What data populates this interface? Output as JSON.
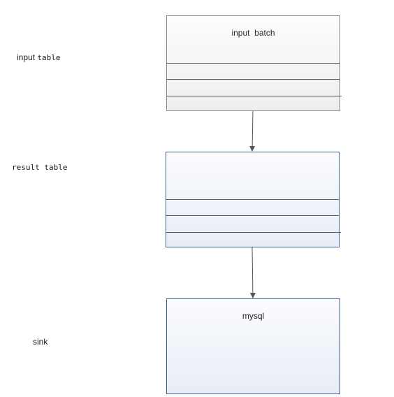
{
  "side_labels": {
    "input_word": "input",
    "input_table_word": "table",
    "result_table": "result table",
    "sink": "sink"
  },
  "boxes": {
    "input_batch": {
      "title": "input  batch"
    },
    "result": {
      "title": ""
    },
    "sink": {
      "title": "mysql"
    }
  },
  "colors": {
    "gray_border": "#8a8a8a",
    "blue_border": "#3d5f98",
    "arrow": "#555555"
  }
}
